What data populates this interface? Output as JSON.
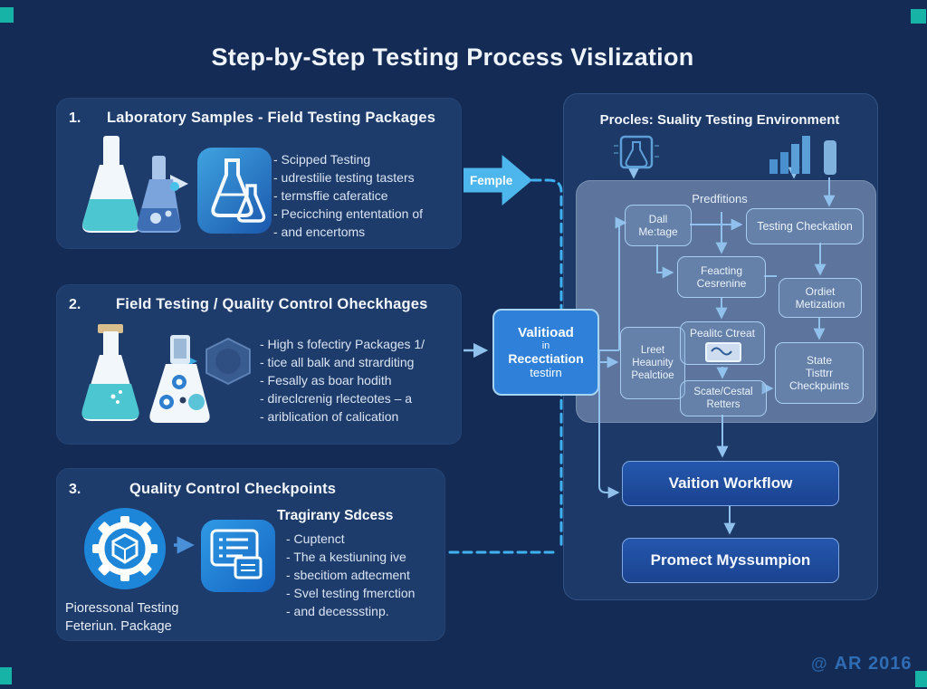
{
  "title": "Step-by-Step Testing Process Vislization",
  "sections": [
    {
      "number": "1.",
      "heading": "Laboratory Samples - Field Testing Packages",
      "bullets": [
        "- Scipped Testing",
        "- udrestilie testing tasters",
        "- termsffie caferatice",
        "- Pecicching ententation of",
        "- and encertoms"
      ]
    },
    {
      "number": "2.",
      "heading": "Field Testing / Quality Control Oheckhages",
      "bullets": [
        "- High s fofectiry Packages 1/",
        "- tice all balk and strarditing",
        "- Fesally as boar hodith",
        "- direclcrenig rlecteotes – a",
        "- ariblication of calication"
      ]
    },
    {
      "number": "3.",
      "heading": "Quality Control Checkpoints",
      "subheading": "Tragirany Sdcess",
      "bullets": [
        "- Cuptenct",
        "- The a kestiuning ive",
        "- sbecitiom adtecment",
        "- Svel testing fmerction",
        "- and decessstinp."
      ],
      "caption": [
        "Pioressonal Testing",
        "Feteriun. Package"
      ]
    }
  ],
  "flow_arrow": {
    "label": "Femple"
  },
  "validation": {
    "lines": [
      "Valitioad",
      "in",
      "Recectiation",
      "testirn"
    ]
  },
  "right_panel": {
    "heading": "Procles: Suality Testing Environment",
    "flow_label": "Predfitions",
    "boxes": {
      "dall": [
        "Dall",
        "Me:tage"
      ],
      "testing": [
        "Testing Checkation"
      ],
      "feacting": [
        "Feacting",
        "Cesrenine"
      ],
      "ordiet": [
        "Ordiet",
        "Metization"
      ],
      "lreet": [
        "Lreet",
        "Heaunity",
        "Pealctioe"
      ],
      "pealitc": [
        "Pealitc Ctreat"
      ],
      "scate": [
        "Scate/Cestal",
        "Retters"
      ],
      "state": [
        "State",
        "Tisttrr",
        "Checkpuints"
      ]
    },
    "workflow_button": "Vaition Workflow",
    "assumption_button": "Promect Myssumpion"
  },
  "footer": {
    "symbol": "@",
    "text": "AR 2016"
  },
  "colors": {
    "background": "#142c55",
    "panel": "#1e3c6b",
    "flow_panel_light": "#9eb2d0",
    "accent_cyan": "#4db6ec",
    "validation_blue": "#2e80d8",
    "button_blue": "#1d4fa0",
    "corner_teal": "#16b3a6",
    "connector_blue": "#8fc1ec",
    "footer_blue": "#2f6cb3"
  },
  "icons": {
    "lab-flasks-icon": "two flasks with teal liquid",
    "flask-app-icon": "white flask outline in blue rounded square",
    "field-flasks-icon": "corked flask and dotted flask",
    "hexagon-badge-icon": "faint hexagon badge",
    "gear-cube-icon": "white gear with cube in blue circle",
    "checklist-card-icon": "checklist card in blue rounded square",
    "flask-panel-icon": "outlined square with flask",
    "bar-chart-icon": "ascending bar chart",
    "envelope-icon": "small envelope card"
  }
}
